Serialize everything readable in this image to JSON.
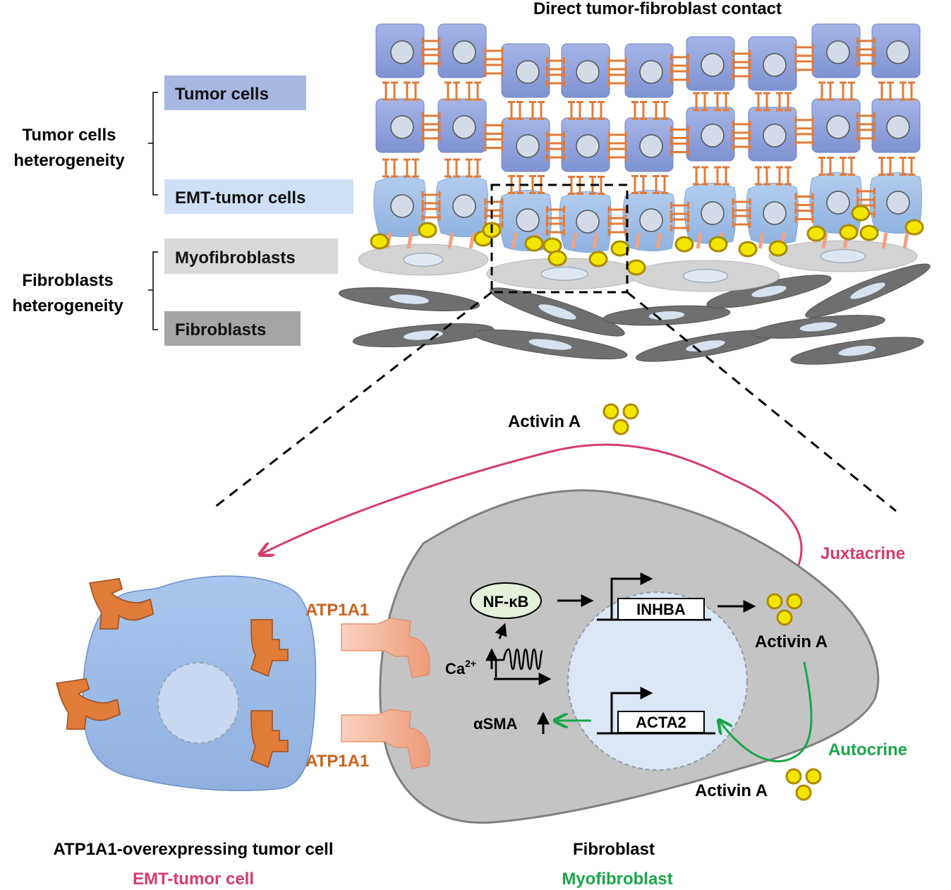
{
  "title": "Direct tumor-fibroblast contact",
  "legend": {
    "tumor_group": [
      "Tumor cells",
      "heterogeneity"
    ],
    "fibroblast_group": [
      "Fibroblasts",
      "heterogeneity"
    ],
    "tumor_cells": "Tumor cells",
    "emt_tumor_cells": "EMT-tumor cells",
    "myofibroblasts": "Myofibroblasts",
    "fibroblasts": "Fibroblasts"
  },
  "detail": {
    "activin_top": "Activin A",
    "juxtacrine": "Juxtacrine",
    "autocrine": "Autocrine",
    "atp1a1_top": "ATP1A1",
    "atp1a1_bottom": "ATP1A1",
    "nfkb": "NF-κB",
    "ca": "Ca",
    "ca_sup": "2+",
    "inhba": "INHBA",
    "acta2": "ACTA2",
    "asma": "αSMA",
    "activin_right": "Activin A",
    "activin_bottom": "Activin A"
  },
  "captions": {
    "tumor_cell": "ATP1A1-overexpressing tumor cell",
    "tumor_cell_sub": "EMT-tumor cell",
    "fibroblast": "Fibroblast",
    "fibroblast_sub": "Myofibroblast"
  },
  "colors": {
    "tumor": "#8a9fd8",
    "emt": "#9fc0e6",
    "myofibroblast": "#d4d4d4",
    "fibroblast": "#707070",
    "atp1a1": "#e07b39",
    "atp1a1_partner": "#f2a98a",
    "activin": "#f2e600",
    "juxtacrine": "#d63c6a",
    "autocrine": "#1aa64a"
  }
}
